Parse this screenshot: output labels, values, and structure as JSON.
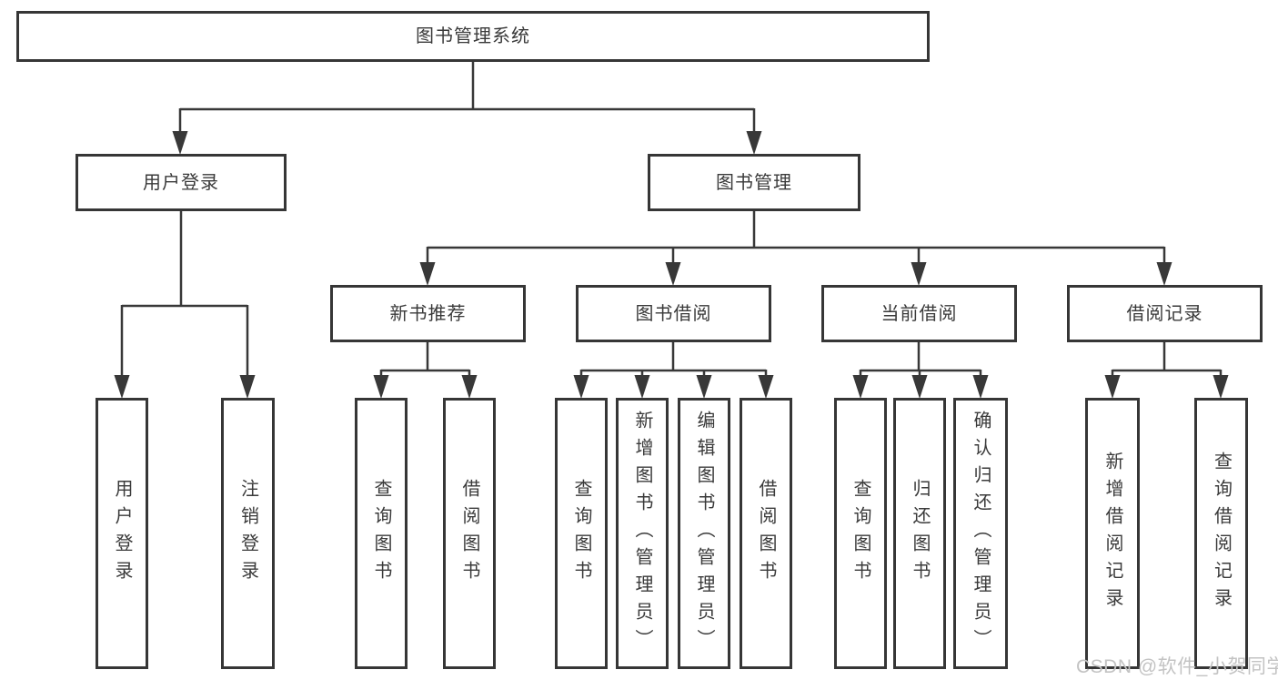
{
  "diagram": {
    "title": "图书管理系统",
    "watermark": "CSDN @软件_小贺同学",
    "colors": {
      "background": "#ffffff",
      "box_fill": "#ffffff",
      "box_border": "#363636",
      "line": "#383838",
      "text": "#3a3a3a",
      "watermark": "#c3c3c3"
    },
    "hierarchy": {
      "图书管理系统": {
        "用户登录": [
          "用户登录",
          "注销登录"
        ],
        "图书管理": {
          "新书推荐": [
            "查询图书",
            "借阅图书"
          ],
          "图书借阅": [
            "查询图书",
            "新增图书（管理员）",
            "编辑图书（管理员）",
            "借阅图书"
          ],
          "当前借阅": [
            "查询图书",
            "归还图书",
            "确认归还（管理员）"
          ],
          "借阅记录": [
            "新增借阅记录",
            "查询借阅记录"
          ]
        }
      }
    }
  },
  "nodes": {
    "root": {
      "label": "图书管理系统"
    },
    "user_login": {
      "label": "用户登录"
    },
    "book_mgmt": {
      "label": "图书管理"
    },
    "new_book_rec": {
      "label": "新书推荐"
    },
    "book_borrow": {
      "label": "图书借阅"
    },
    "current_borrow": {
      "label": "当前借阅"
    },
    "borrow_records": {
      "label": "借阅记录"
    },
    "ul_login": {
      "label": "用户登录"
    },
    "ul_logout": {
      "label": "注销登录"
    },
    "nbr_query": {
      "label": "查询图书"
    },
    "nbr_borrow": {
      "label": "借阅图书"
    },
    "bb_query": {
      "label": "查询图书"
    },
    "bb_add": {
      "label": "新增图书（管理员）"
    },
    "bb_edit": {
      "label": "编辑图书（管理员）"
    },
    "bb_borrow": {
      "label": "借阅图书"
    },
    "cb_query": {
      "label": "查询图书"
    },
    "cb_return": {
      "label": "归还图书"
    },
    "cb_confirm": {
      "label": "确认归还（管理员）"
    },
    "br_add": {
      "label": "新增借阅记录"
    },
    "br_query": {
      "label": "查询借阅记录"
    }
  }
}
